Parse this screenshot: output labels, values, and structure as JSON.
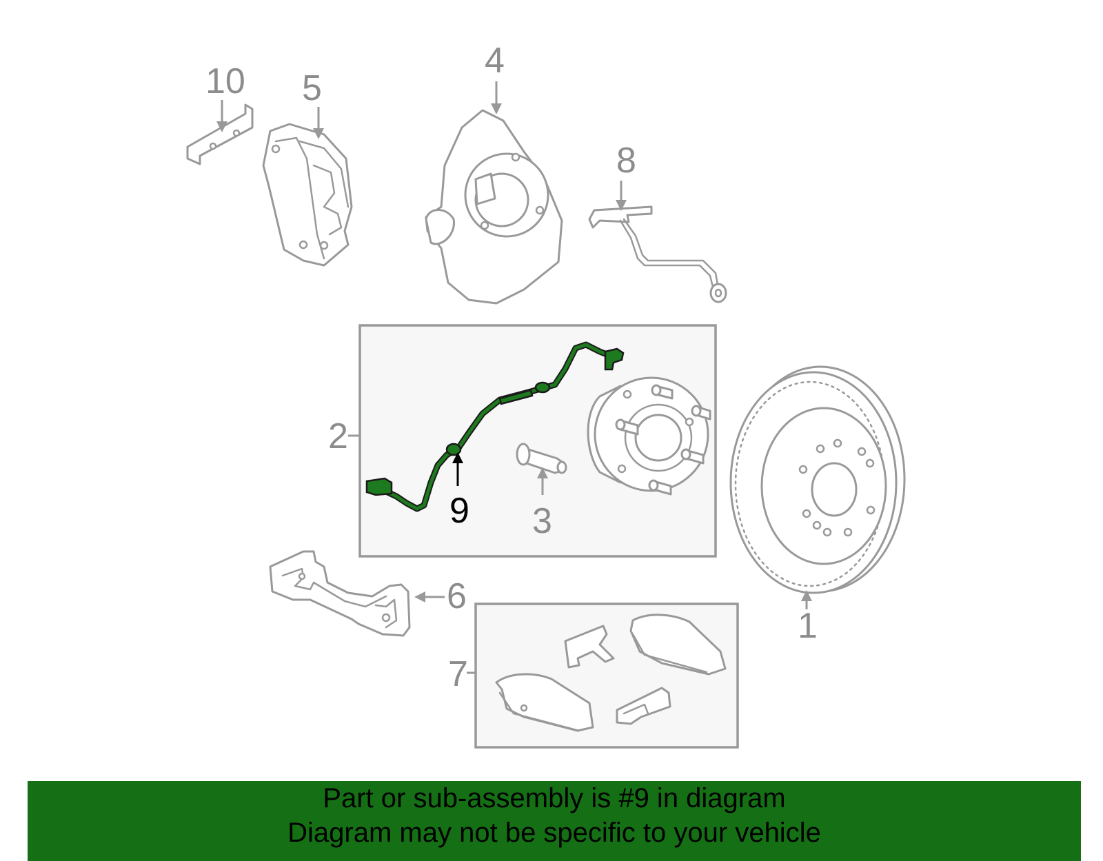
{
  "labels": {
    "l1": "1",
    "l2": "2",
    "l3": "3",
    "l4": "4",
    "l5": "5",
    "l6": "6",
    "l7": "7",
    "l8": "8",
    "l9": "9",
    "l10": "10"
  },
  "highlight_color": "#157015",
  "banner": {
    "line1": "Part or sub-assembly is #9 in diagram",
    "line2": "Diagram may not be specific to your vehicle"
  }
}
